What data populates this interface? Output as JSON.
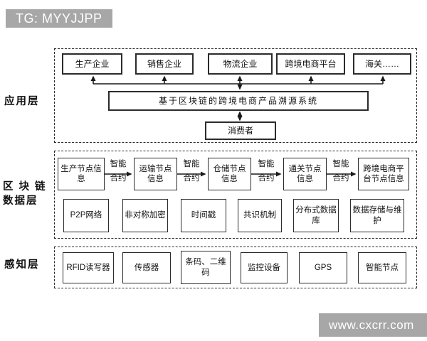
{
  "watermark_top": "TG: MYYJJPP",
  "watermark_bottom": "www.cxcrr.com",
  "colors": {
    "badge_bg": "#a7a7a7",
    "line": "#1a1a1a",
    "box_border": "#2b2b2b"
  },
  "layers": {
    "application": {
      "label": "应用层",
      "top_boxes": [
        "生产企业",
        "销售企业",
        "物流企业",
        "跨境电商平台",
        "海关……"
      ],
      "system_box": "基于区块链的跨境电商产品溯源系统",
      "consumer_box": "消费者"
    },
    "blockchain": {
      "label_line1": "区 块 链",
      "label_line2": "数据层",
      "node_chain": [
        "生产节点信息",
        "运输节点信息",
        "仓储节点信息",
        "通关节点信息",
        "跨境电商平台节点信息"
      ],
      "arrow_label_line1": "智能",
      "arrow_label_line2": "合约",
      "tech_boxes": [
        "P2P网络",
        "非对称加密",
        "时间戳",
        "共识机制",
        "分布式数据库",
        "数据存储与维护"
      ]
    },
    "perception": {
      "label": "感知层",
      "boxes": [
        "RFID读写器",
        "传感器",
        "条码、二维码",
        "监控设备",
        "GPS",
        "智能节点"
      ]
    }
  }
}
